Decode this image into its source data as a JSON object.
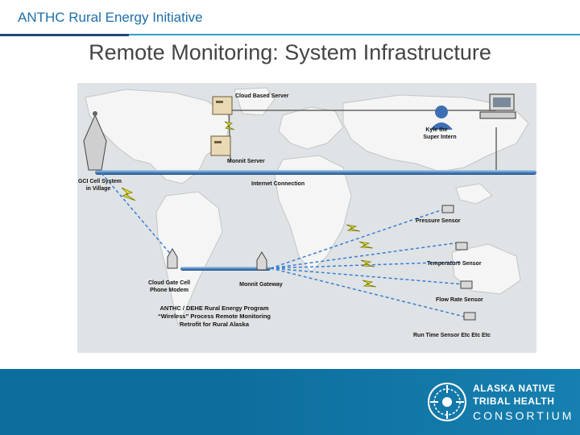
{
  "header": {
    "title": "ANTHC Rural Energy Initiative"
  },
  "slide": {
    "title": "Remote Monitoring:  System Infrastructure"
  },
  "diagram": {
    "labels": {
      "cloud_server": "Cloud Based Server",
      "monnit_server": "Monnit Server",
      "kyle": "Kyle the",
      "kyle2": "Super Intern",
      "gci1": "GCI Cell System",
      "gci2": "in Village",
      "internet": "Internet Connection",
      "pressure": "Pressure Sensor",
      "temperature": "Temperature Sensor",
      "flow": "Flow Rate Sensor",
      "runtime": "Run Time Sensor Etc Etc Etc",
      "cloud_gate1": "Cloud Gate Cell",
      "cloud_gate2": "Phone Modem",
      "monnit_gateway": "Monnit Gateway",
      "program1": "ANTHC / DEHE Rural Energy Program",
      "program2": "“Wireless” Process Remote Monitoring",
      "program3": "Retrofit for Rural Alaska"
    }
  },
  "footer": {
    "org_line1": "ALASKA NATIVE",
    "org_line2": "TRIBAL HEALTH",
    "org_line3": "CONSORTIUM",
    "color": "#0c6d9c"
  }
}
